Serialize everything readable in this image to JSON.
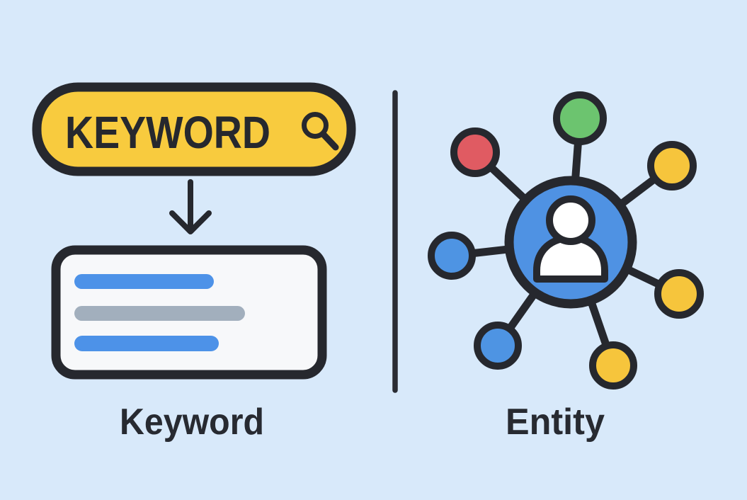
{
  "illustration": {
    "left": {
      "search_pill": {
        "text": "KEYWORD",
        "icon": "magnifier-icon",
        "fill": "#F8CB3E"
      },
      "arrow_icon": "down-arrow-icon",
      "serp_card": {
        "fill": "#F7F8FA",
        "bars": [
          {
            "name": "result-title-bar",
            "color": "#4D92E8"
          },
          {
            "name": "result-url-bar",
            "color": "#A2AFBD"
          },
          {
            "name": "result-snippet-bar",
            "color": "#4D92E8"
          }
        ]
      },
      "caption": "Keyword"
    },
    "right": {
      "network": {
        "center_icon": "person-icon",
        "center_color": "#4F92E3",
        "satellites": [
          {
            "position": "top-left",
            "color": "#E05B62"
          },
          {
            "position": "top",
            "color": "#6CC46F"
          },
          {
            "position": "top-right",
            "color": "#F6C53C"
          },
          {
            "position": "left",
            "color": "#4E94E3"
          },
          {
            "position": "right",
            "color": "#F6C53C"
          },
          {
            "position": "bottom-left",
            "color": "#4E94E3"
          },
          {
            "position": "bottom",
            "color": "#F6C53C"
          }
        ]
      },
      "caption": "Entity"
    },
    "colors": {
      "background": "#D8E9FA",
      "ink": "#26282E",
      "divider": "#2A2C33",
      "label_text": "#272A31",
      "person_white": "#FFFFFF"
    }
  }
}
